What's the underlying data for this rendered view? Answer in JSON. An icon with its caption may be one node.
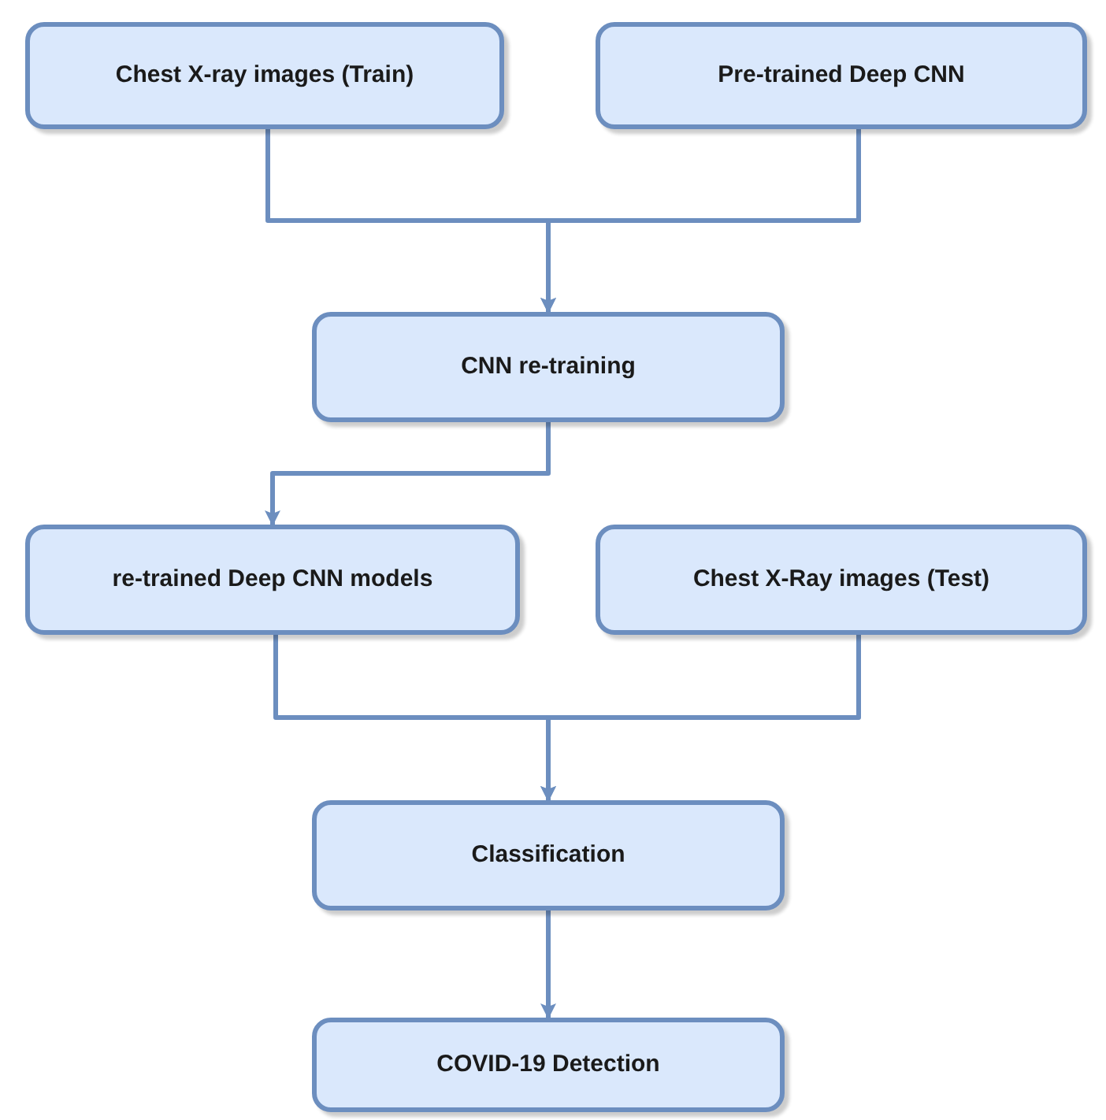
{
  "diagram": {
    "nodes": [
      {
        "text": [
          "Chest X-ray images (Train)"
        ]
      },
      {
        "text": [
          "Pre-trained Deep CNN"
        ]
      },
      {
        "text": [
          "CNN re-training"
        ]
      },
      {
        "text": [
          "re-trained Deep CNN models"
        ]
      },
      {
        "text": [
          "Chest X-Ray images (Test)"
        ]
      },
      {
        "text": [
          "Classification"
        ]
      },
      {
        "text": [
          "COVID-19 Detection"
        ]
      }
    ],
    "edges": [
      {
        "from": 0,
        "to": 2,
        "arrow": "to"
      },
      {
        "from": 1,
        "to": 2,
        "arrow": "to"
      },
      {
        "from": 2,
        "to": 3,
        "arrow": "to"
      },
      {
        "from": 3,
        "to": 5,
        "arrow": "to"
      },
      {
        "from": 4,
        "to": 5,
        "arrow": "to"
      },
      {
        "from": 5,
        "to": 6,
        "arrow": "to"
      }
    ]
  }
}
